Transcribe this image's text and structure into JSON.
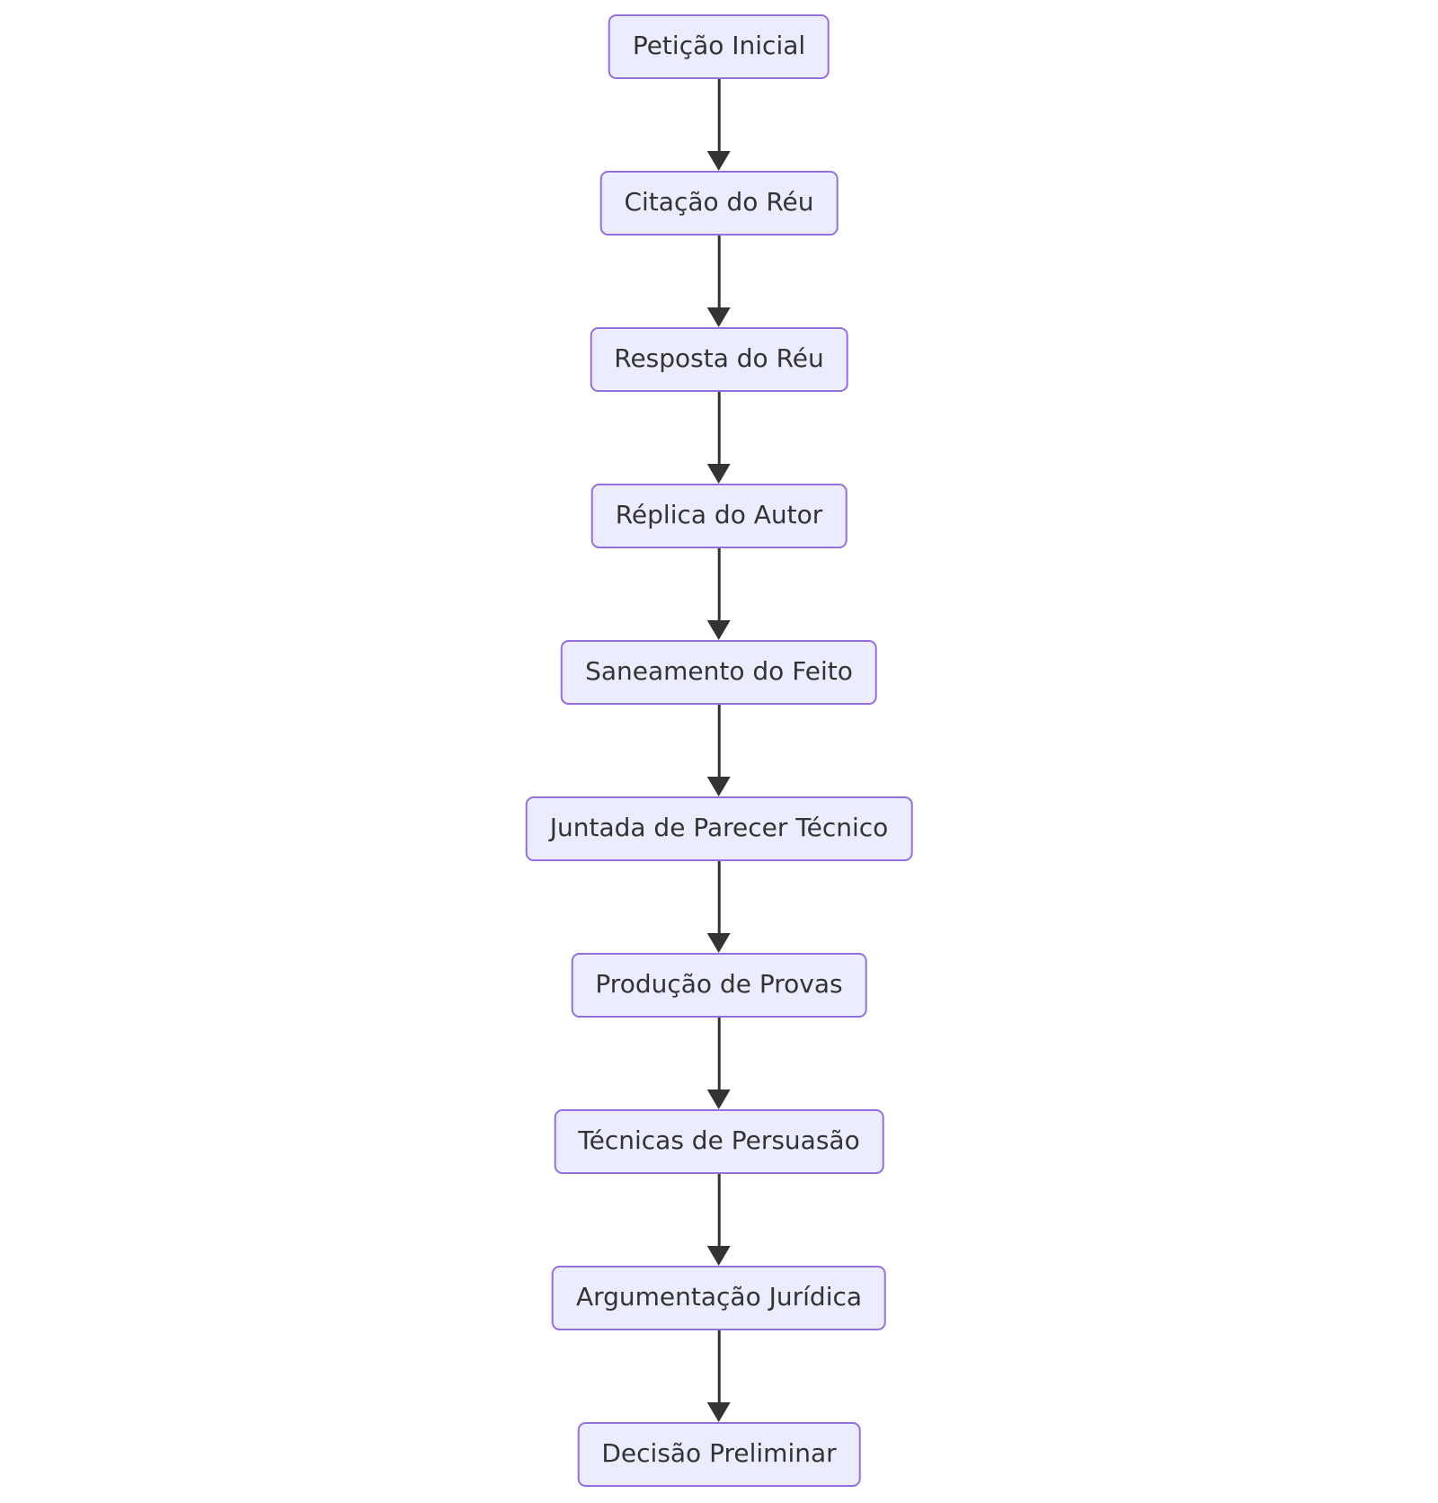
{
  "flowchart": {
    "direction": "top-down",
    "colors": {
      "background": "#FFFFFF",
      "node_fill": "#ECECFF",
      "node_border": "#9370DB",
      "node_text": "#333333",
      "arrow": "#333333"
    },
    "nodes": [
      {
        "id": "peticao-inicial",
        "label": "Petição Inicial"
      },
      {
        "id": "citacao-do-reu",
        "label": "Citação do Réu"
      },
      {
        "id": "resposta-do-reu",
        "label": "Resposta do Réu"
      },
      {
        "id": "replica-do-autor",
        "label": "Réplica do Autor"
      },
      {
        "id": "saneamento-do-feito",
        "label": "Saneamento do Feito"
      },
      {
        "id": "juntada-de-parecer-tecnico",
        "label": "Juntada de Parecer Técnico"
      },
      {
        "id": "producao-de-provas",
        "label": "Produção de Provas"
      },
      {
        "id": "tecnicas-de-persuasao",
        "label": "Técnicas de Persuasão"
      },
      {
        "id": "argumentacao-juridica",
        "label": "Argumentação Jurídica"
      },
      {
        "id": "decisao-preliminar",
        "label": "Decisão Preliminar"
      }
    ],
    "edges": [
      {
        "from": "peticao-inicial",
        "to": "citacao-do-reu"
      },
      {
        "from": "citacao-do-reu",
        "to": "resposta-do-reu"
      },
      {
        "from": "resposta-do-reu",
        "to": "replica-do-autor"
      },
      {
        "from": "replica-do-autor",
        "to": "saneamento-do-feito"
      },
      {
        "from": "saneamento-do-feito",
        "to": "juntada-de-parecer-tecnico"
      },
      {
        "from": "juntada-de-parecer-tecnico",
        "to": "producao-de-provas"
      },
      {
        "from": "producao-de-provas",
        "to": "tecnicas-de-persuasao"
      },
      {
        "from": "tecnicas-de-persuasao",
        "to": "argumentacao-juridica"
      },
      {
        "from": "argumentacao-juridica",
        "to": "decisao-preliminar"
      }
    ]
  }
}
